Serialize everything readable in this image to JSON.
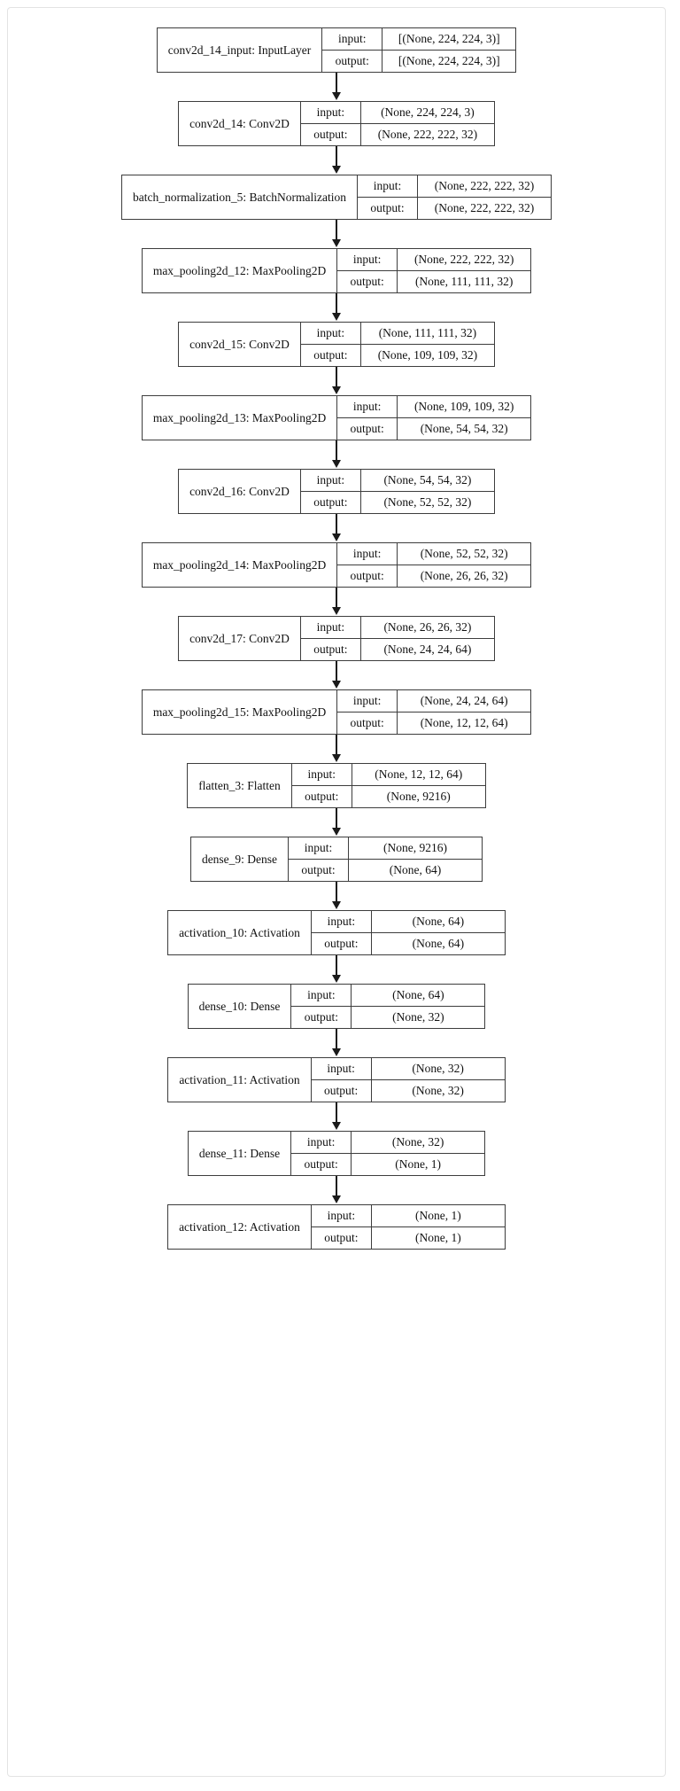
{
  "diagram": {
    "kind": "keras-model-plot",
    "io_labels": {
      "input": "input:",
      "output": "output:"
    },
    "layers": [
      {
        "name": "conv2d_14_input: InputLayer",
        "input_label": "input:",
        "output_label": "output:",
        "input_shape": "[(None, 224, 224, 3)]",
        "output_shape": "[(None, 224, 224, 3)]"
      },
      {
        "name": "conv2d_14: Conv2D",
        "input_label": "input:",
        "output_label": "output:",
        "input_shape": "(None, 224, 224, 3)",
        "output_shape": "(None, 222, 222, 32)"
      },
      {
        "name": "batch_normalization_5: BatchNormalization",
        "input_label": "input:",
        "output_label": "output:",
        "input_shape": "(None, 222, 222, 32)",
        "output_shape": "(None, 222, 222, 32)"
      },
      {
        "name": "max_pooling2d_12: MaxPooling2D",
        "input_label": "input:",
        "output_label": "output:",
        "input_shape": "(None, 222, 222, 32)",
        "output_shape": "(None, 111, 111, 32)"
      },
      {
        "name": "conv2d_15: Conv2D",
        "input_label": "input:",
        "output_label": "output:",
        "input_shape": "(None, 111, 111, 32)",
        "output_shape": "(None, 109, 109, 32)"
      },
      {
        "name": "max_pooling2d_13: MaxPooling2D",
        "input_label": "input:",
        "output_label": "output:",
        "input_shape": "(None, 109, 109, 32)",
        "output_shape": "(None, 54, 54, 32)"
      },
      {
        "name": "conv2d_16: Conv2D",
        "input_label": "input:",
        "output_label": "output:",
        "input_shape": "(None, 54, 54, 32)",
        "output_shape": "(None, 52, 52, 32)"
      },
      {
        "name": "max_pooling2d_14: MaxPooling2D",
        "input_label": "input:",
        "output_label": "output:",
        "input_shape": "(None, 52, 52, 32)",
        "output_shape": "(None, 26, 26, 32)"
      },
      {
        "name": "conv2d_17: Conv2D",
        "input_label": "input:",
        "output_label": "output:",
        "input_shape": "(None, 26, 26, 32)",
        "output_shape": "(None, 24, 24, 64)"
      },
      {
        "name": "max_pooling2d_15: MaxPooling2D",
        "input_label": "input:",
        "output_label": "output:",
        "input_shape": "(None, 24, 24, 64)",
        "output_shape": "(None, 12, 12, 64)"
      },
      {
        "name": "flatten_3: Flatten",
        "input_label": "input:",
        "output_label": "output:",
        "input_shape": "(None, 12, 12, 64)",
        "output_shape": "(None, 9216)"
      },
      {
        "name": "dense_9: Dense",
        "input_label": "input:",
        "output_label": "output:",
        "input_shape": "(None, 9216)",
        "output_shape": "(None, 64)"
      },
      {
        "name": "activation_10: Activation",
        "input_label": "input:",
        "output_label": "output:",
        "input_shape": "(None, 64)",
        "output_shape": "(None, 64)"
      },
      {
        "name": "dense_10: Dense",
        "input_label": "input:",
        "output_label": "output:",
        "input_shape": "(None, 64)",
        "output_shape": "(None, 32)"
      },
      {
        "name": "activation_11: Activation",
        "input_label": "input:",
        "output_label": "output:",
        "input_shape": "(None, 32)",
        "output_shape": "(None, 32)"
      },
      {
        "name": "dense_11: Dense",
        "input_label": "input:",
        "output_label": "output:",
        "input_shape": "(None, 32)",
        "output_shape": "(None, 1)"
      },
      {
        "name": "activation_12: Activation",
        "input_label": "input:",
        "output_label": "output:",
        "input_shape": "(None, 1)",
        "output_shape": "(None, 1)"
      }
    ]
  }
}
